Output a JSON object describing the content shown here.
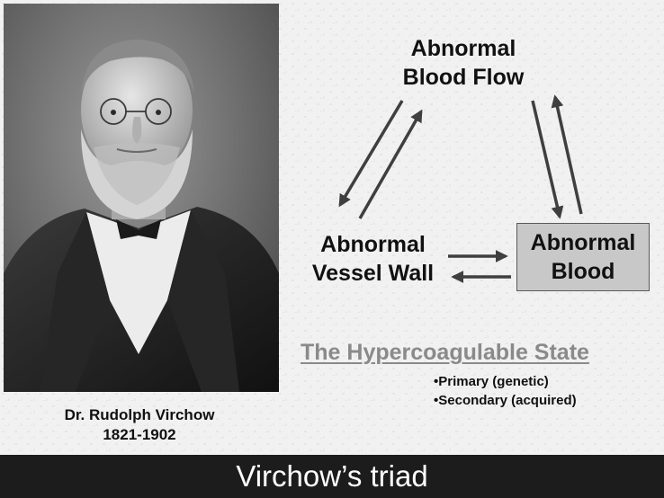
{
  "portrait": {
    "caption_name": "Dr. Rudolph Virchow",
    "caption_years": "1821-1902"
  },
  "triad": {
    "flow_line1": "Abnormal",
    "flow_line2": "Blood Flow",
    "wall_line1": "Abnormal",
    "wall_line2": "Vessel Wall",
    "blood_line1": "Abnormal",
    "blood_line2": "Blood"
  },
  "hypercoagulable": {
    "title": "The Hypercoagulable State",
    "items": [
      "•Primary (genetic)",
      "•Secondary (acquired)"
    ]
  },
  "footer": {
    "title": "Virchow’s triad"
  },
  "colors": {
    "background": "#f1f1f1",
    "footer_bar": "#1c1c1c",
    "blood_box": "#c8c8c8",
    "arrows": "#3f3f3f",
    "state_title": "#8a8a8a"
  }
}
